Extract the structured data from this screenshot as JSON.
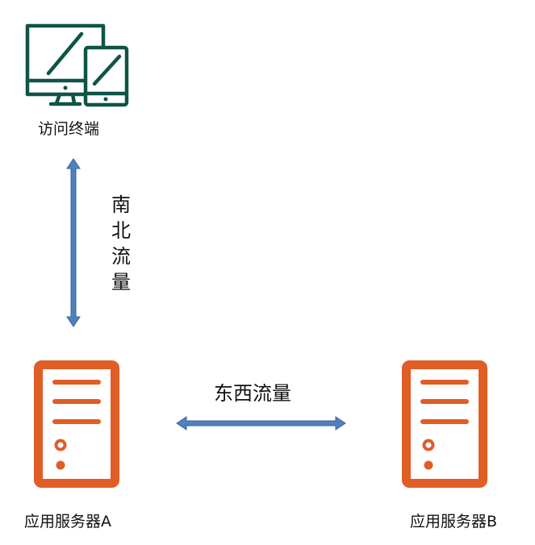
{
  "nodes": {
    "terminal": {
      "label": "访问终端",
      "icon": "monitor-tablet-icon",
      "color": "#0f5446"
    },
    "server_a": {
      "label": "应用服务器A",
      "icon": "server-icon",
      "color": "#e05d26"
    },
    "server_b": {
      "label": "应用服务器B",
      "icon": "server-icon",
      "color": "#e05d26"
    }
  },
  "edges": {
    "north_south": {
      "label": "南北流量",
      "color": "#4f81bd"
    },
    "east_west": {
      "label": "东西流量",
      "color": "#4f81bd"
    }
  }
}
